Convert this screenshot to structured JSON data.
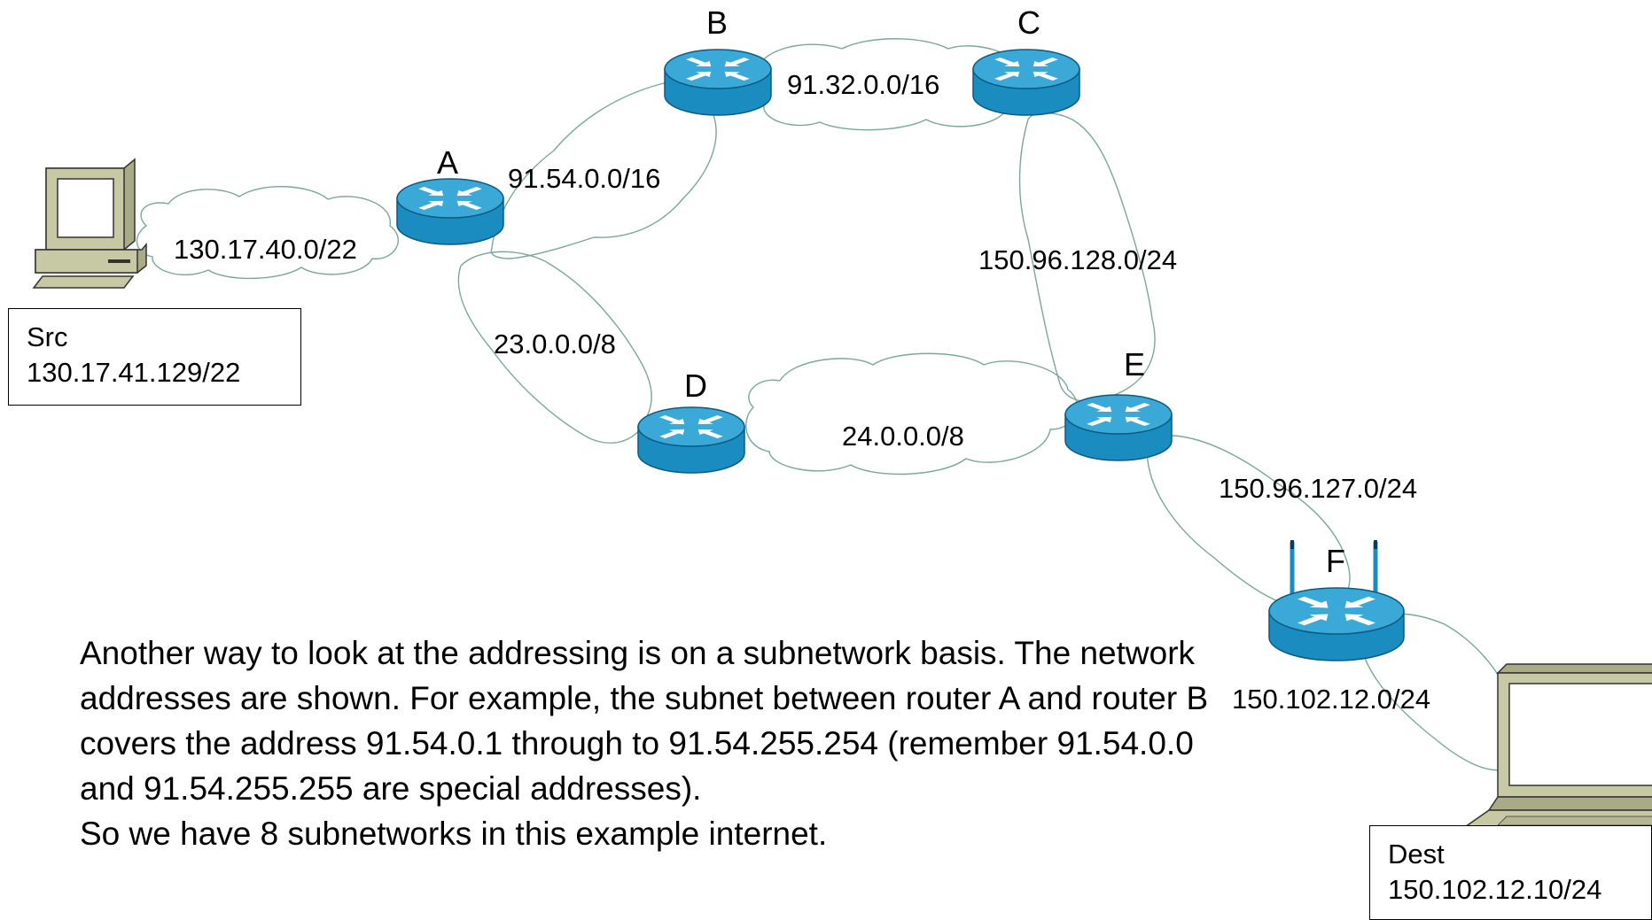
{
  "routers": [
    {
      "id": "A",
      "label": "A"
    },
    {
      "id": "B",
      "label": "B"
    },
    {
      "id": "C",
      "label": "C"
    },
    {
      "id": "D",
      "label": "D"
    },
    {
      "id": "E",
      "label": "E"
    },
    {
      "id": "F",
      "label": "F"
    }
  ],
  "subnets": [
    {
      "id": "src-a",
      "label": "130.17.40.0/22"
    },
    {
      "id": "a-b",
      "label": "91.54.0.0/16"
    },
    {
      "id": "b-c",
      "label": "91.32.0.0/16"
    },
    {
      "id": "c-e",
      "label": "150.96.128.0/24"
    },
    {
      "id": "a-d",
      "label": "23.0.0.0/8"
    },
    {
      "id": "d-e",
      "label": "24.0.0.0/8"
    },
    {
      "id": "e-f",
      "label": "150.96.127.0/24"
    },
    {
      "id": "f-dest",
      "label": "150.102.12.0/24"
    }
  ],
  "hosts": {
    "src": {
      "name": "Src",
      "address": "130.17.41.129/22"
    },
    "dest": {
      "name": "Dest",
      "address": "150.102.12.10/24"
    }
  },
  "caption": {
    "paragraph": "Another way to look at the addressing is on a subnetwork basis. The network addresses are shown. For example, the subnet between router A and router B covers the address 91.54.0.1 through to 91.54.255.254 (remember 91.54.0.0 and 91.54.255.255 are special addresses).",
    "summary": "So we have 8 subnetworks in this example internet."
  },
  "colors": {
    "router_body": "#1a8cc0",
    "router_top": "#3aa9d8",
    "cloud_stroke": "#7aa898",
    "computer_body": "#c7c9a5",
    "computer_screen": "#ffffff"
  }
}
